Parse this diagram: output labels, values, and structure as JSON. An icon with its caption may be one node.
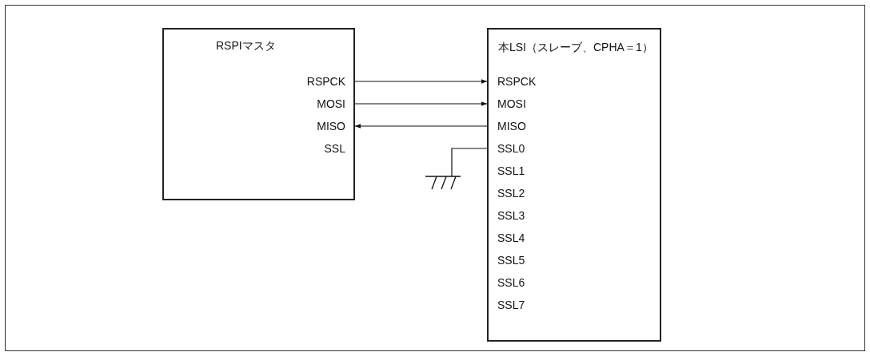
{
  "diagram": {
    "nodes": [
      {
        "text": [
          "RSPIマスタ"
        ]
      },
      {
        "text": [
          "RSPCK"
        ],
        "in": 0
      },
      {
        "text": [
          "MOSI"
        ],
        "in": 0
      },
      {
        "text": [
          "MISO"
        ],
        "in": 0
      },
      {
        "text": [
          "SSL"
        ],
        "in": 0
      },
      {
        "text": [
          "本LSI（スレーブ、CPHA＝1）"
        ]
      },
      {
        "text": [
          "RSPCK"
        ],
        "in": 5
      },
      {
        "text": [
          "MOSI"
        ],
        "in": 5
      },
      {
        "text": [
          "MISO"
        ],
        "in": 5
      },
      {
        "text": [
          "SSL0"
        ],
        "in": 5
      },
      {
        "text": [
          "SSL1"
        ],
        "in": 5
      },
      {
        "text": [
          "SSL2"
        ],
        "in": 5
      },
      {
        "text": [
          "SSL3"
        ],
        "in": 5
      },
      {
        "text": [
          "SSL4"
        ],
        "in": 5
      },
      {
        "text": [
          "SSL5"
        ],
        "in": 5
      },
      {
        "text": [
          "SSL6"
        ],
        "in": 5
      },
      {
        "text": [
          "SSL7"
        ],
        "in": 5
      },
      {
        "text": [],
        "shape": "ground"
      }
    ],
    "edges": [
      {
        "from": 1,
        "to": 6,
        "arrow": "to"
      },
      {
        "from": 2,
        "to": 7,
        "arrow": "to"
      },
      {
        "from": 8,
        "to": 3,
        "arrow": "to"
      },
      {
        "from": 9,
        "to": 17,
        "arrow": "none"
      }
    ]
  }
}
